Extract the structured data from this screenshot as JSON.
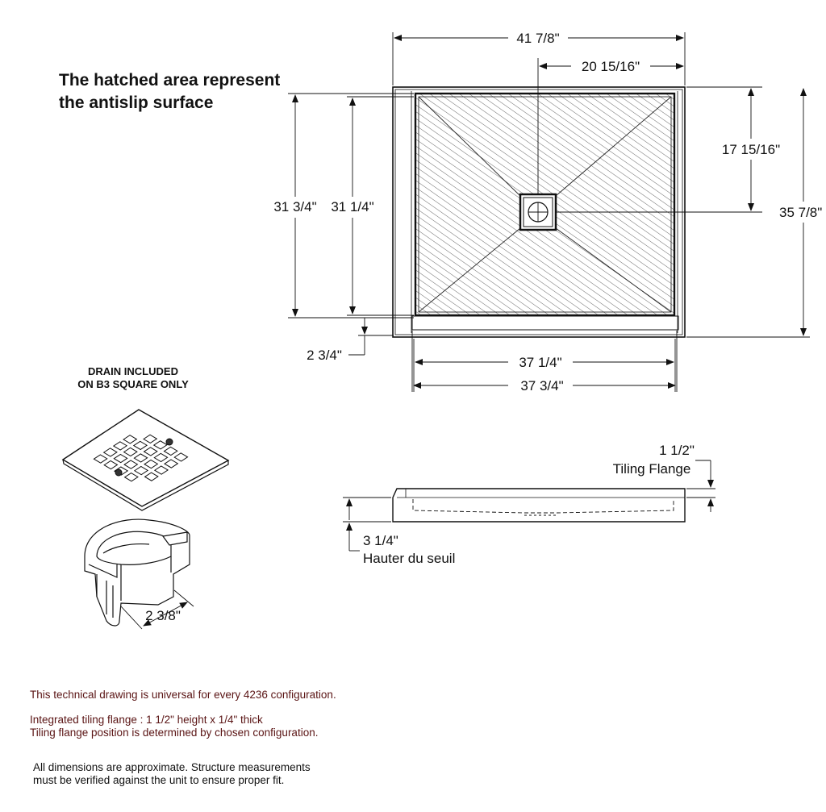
{
  "heading": {
    "line1": "The hatched area represent",
    "line2": "the antislip surface"
  },
  "dimensions": {
    "overall_width": "41 7/8\"",
    "drain_from_right": "20 15/16\"",
    "drain_from_top": "17 15/16\"",
    "overall_depth": "35 7/8\"",
    "outer_depth": "31 3/4\"",
    "inner_depth": "31 1/4\"",
    "threshold_depth": "2 3/4\"",
    "inner_width": "37 1/4\"",
    "outer_width": "37 3/4\"",
    "tiling_flange_height": "1 1/2\"",
    "tiling_flange_label": "Tiling Flange",
    "threshold_height": "3 1/4\"",
    "threshold_label": "Hauter du seuil",
    "drain_body_size": "2 3/8\""
  },
  "drain": {
    "line1": "DRAIN INCLUDED",
    "line2": "ON B3 SQUARE ONLY"
  },
  "notes": {
    "universal": "This technical drawing is universal for every 4236 configuration.",
    "flange_line1": "Integrated tiling flange : 1 1/2\" height x 1/4\" thick",
    "flange_line2": "Tiling flange position is determined by chosen configuration.",
    "approx_line1": "All dimensions are approximate. Structure measurements",
    "approx_line2": "must be verified against the unit to ensure proper fit."
  },
  "colors": {
    "note_text": "#5a1414",
    "line": "#111111"
  }
}
